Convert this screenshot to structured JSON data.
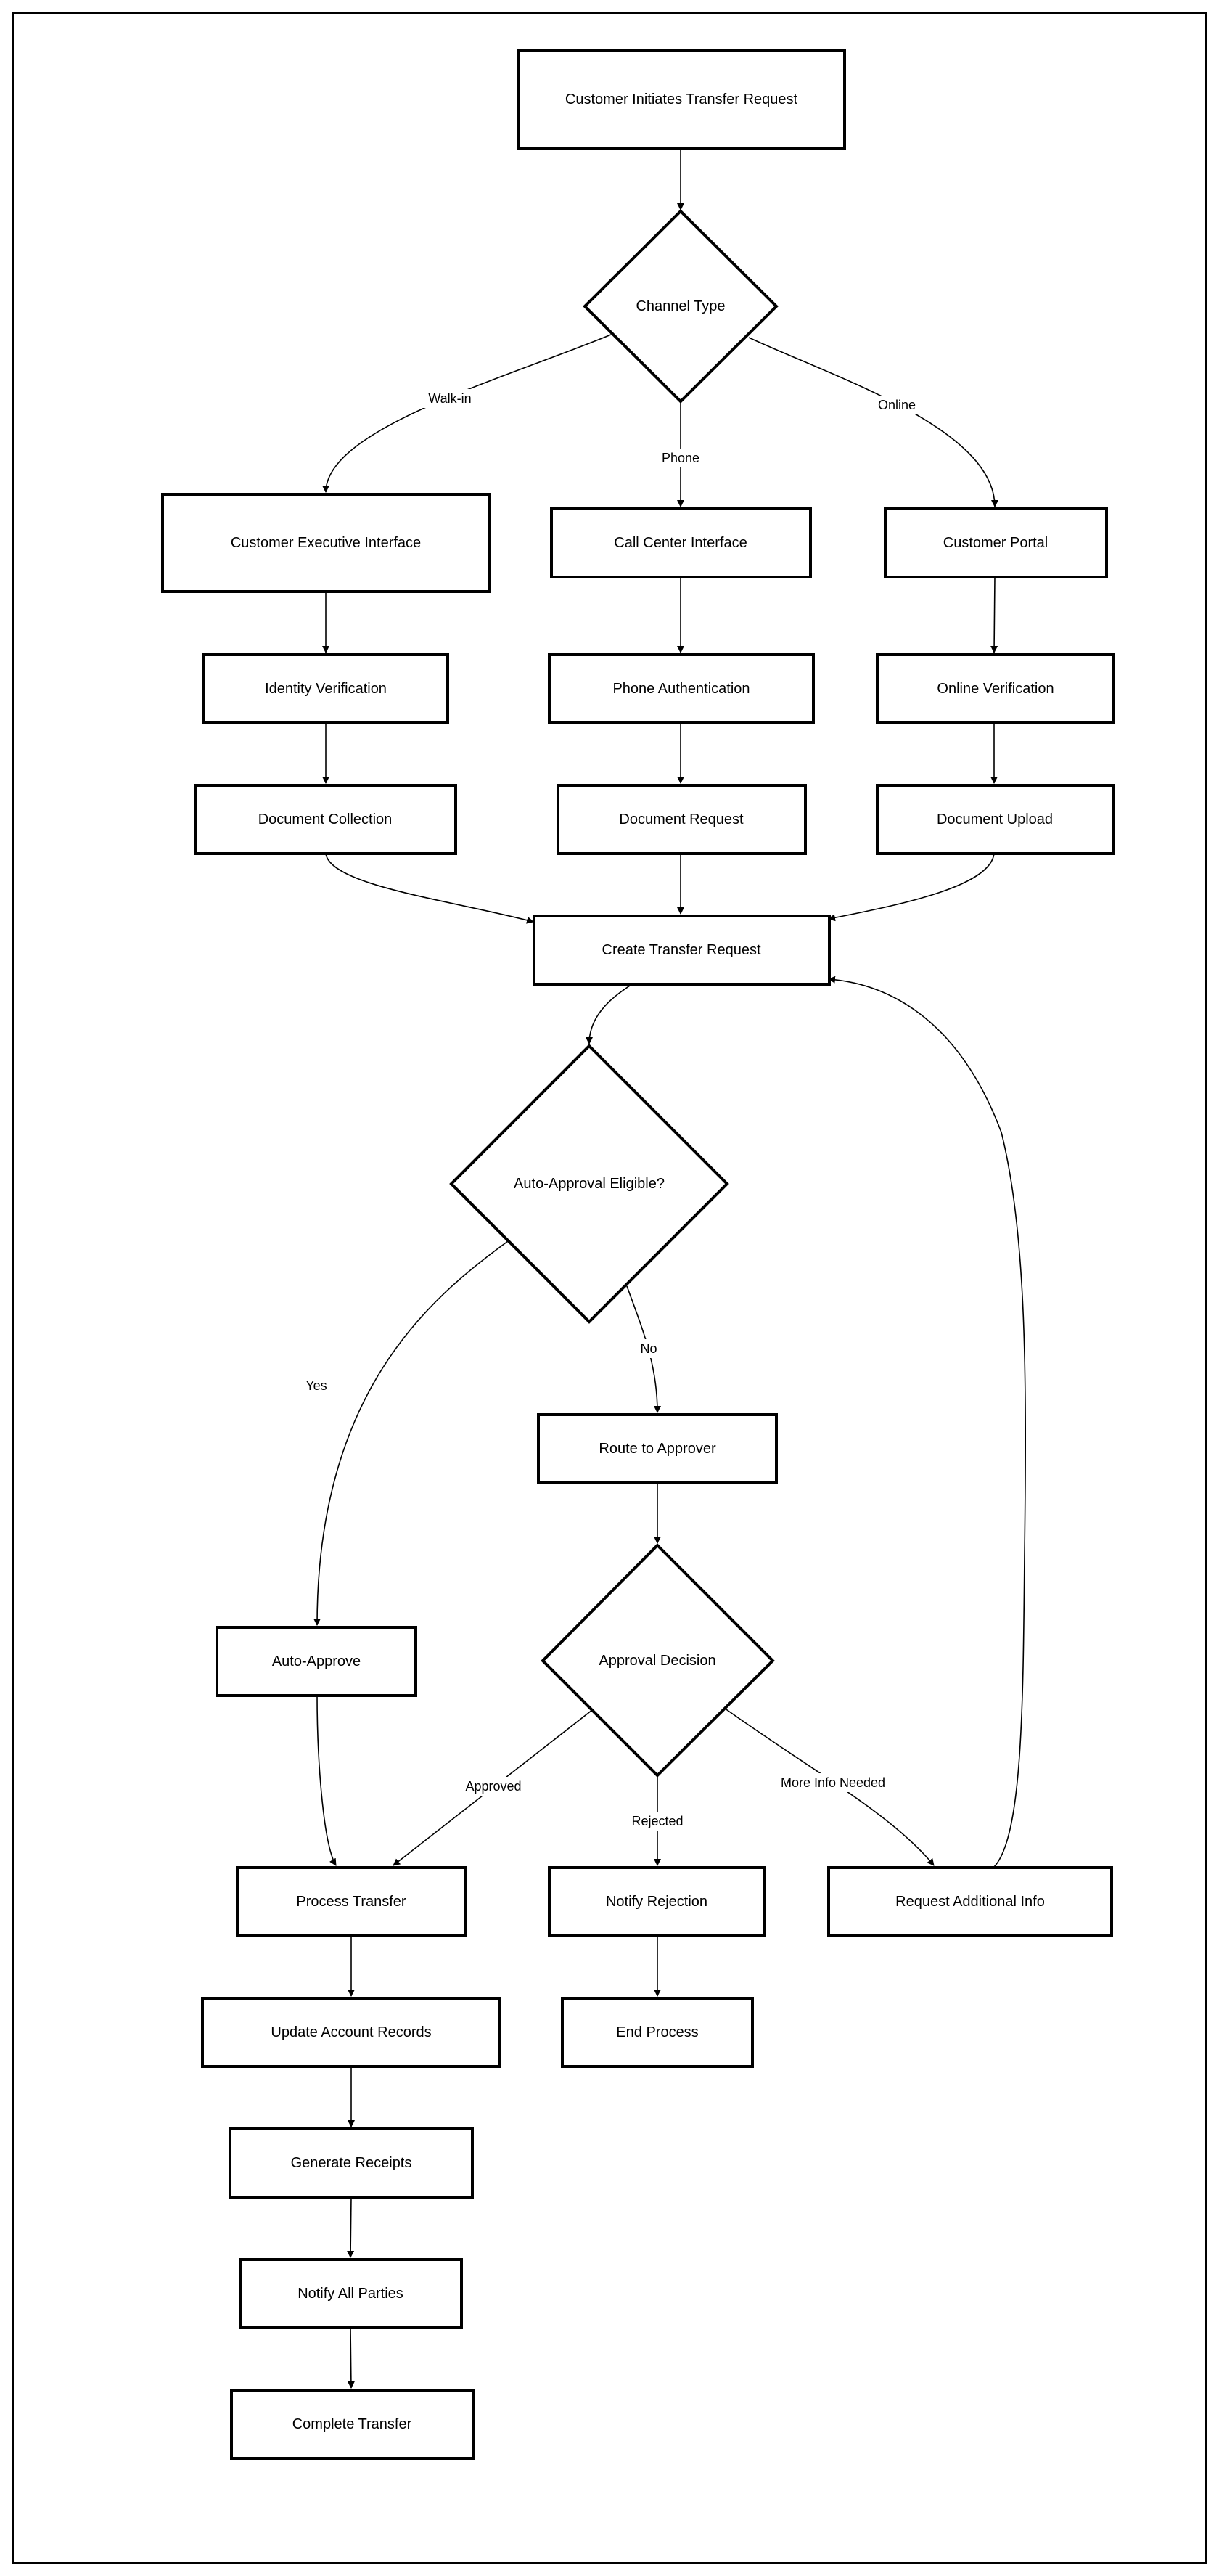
{
  "nodes": {
    "n_start": "Customer Initiates Transfer Request",
    "n_channel": "Channel Type",
    "n_cei": "Customer Executive Interface",
    "n_cci": "Call Center Interface",
    "n_portal": "Customer Portal",
    "n_idv": "Identity Verification",
    "n_phauth": "Phone Authentication",
    "n_onlv": "Online Verification",
    "n_doccol": "Document Collection",
    "n_docreq": "Document Request",
    "n_docup": "Document Upload",
    "n_create": "Create Transfer Request",
    "n_autoelig": "Auto-Approval Eligible?",
    "n_route": "Route to Approver",
    "n_autoapprove": "Auto-Approve",
    "n_decision": "Approval Decision",
    "n_process": "Process Transfer",
    "n_notifyrej": "Notify Rejection",
    "n_reqinfo": "Request Additional Info",
    "n_update": "Update Account Records",
    "n_end": "End Process",
    "n_receipts": "Generate Receipts",
    "n_notifyall": "Notify All Parties",
    "n_complete": "Complete Transfer"
  },
  "edges": {
    "walkin": "Walk-in",
    "phone": "Phone",
    "online": "Online",
    "yes": "Yes",
    "no": "No",
    "approved": "Approved",
    "rejected": "Rejected",
    "more_info": "More Info Needed"
  }
}
